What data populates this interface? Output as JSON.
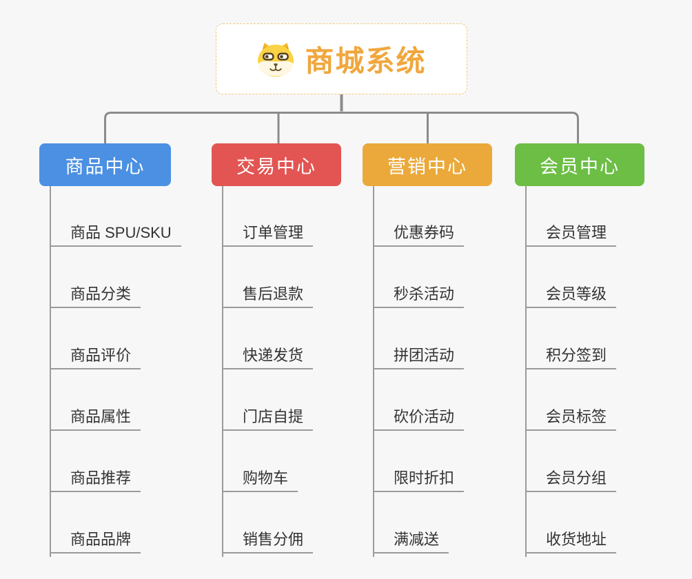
{
  "root": {
    "title": "商城系统",
    "icon": "dog-face-icon",
    "text_color": "#f0a73d",
    "border_color": "#f1c474",
    "background": "#ffffff"
  },
  "canvas": {
    "background": "#f7f7f8",
    "connector_color": "#8b8b8b",
    "leaf_line_color": "#9a9a9a",
    "leaf_text_color": "#333333"
  },
  "branches": [
    {
      "label": "商品中心",
      "color": "#4b90e2",
      "children": [
        "商品 SPU/SKU",
        "商品分类",
        "商品评价",
        "商品属性",
        "商品推荐",
        "商品品牌"
      ]
    },
    {
      "label": "交易中心",
      "color": "#e25552",
      "children": [
        "订单管理",
        "售后退款",
        "快递发货",
        "门店自提",
        "购物车",
        "销售分佣"
      ]
    },
    {
      "label": "营销中心",
      "color": "#eba93b",
      "children": [
        "优惠券码",
        "秒杀活动",
        "拼团活动",
        "砍价活动",
        "限时折扣",
        "满减送"
      ]
    },
    {
      "label": "会员中心",
      "color": "#6cbe45",
      "children": [
        "会员管理",
        "会员等级",
        "积分签到",
        "会员标签",
        "会员分组",
        "收货地址"
      ]
    }
  ]
}
